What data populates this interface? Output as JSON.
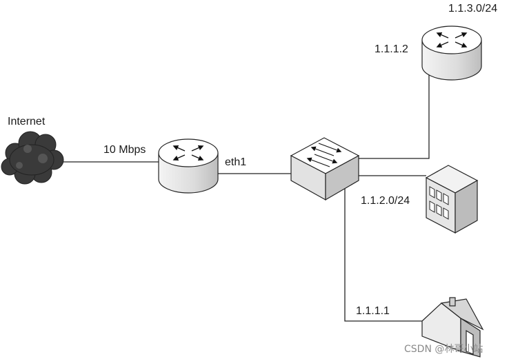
{
  "labels": {
    "internet": "Internet",
    "uplink_speed": "10 Mbps",
    "interface": "eth1",
    "net_top": "1.1.3.0/24",
    "router_top_ip": "1.1.1.2",
    "net_building": "1.1.2.0/24",
    "house_ip": "1.1.1.1"
  },
  "watermark": "CSDN @林哥小站",
  "icons": [
    "cloud-icon",
    "router-icon",
    "switch-icon",
    "router-icon",
    "building-icon",
    "house-icon"
  ]
}
